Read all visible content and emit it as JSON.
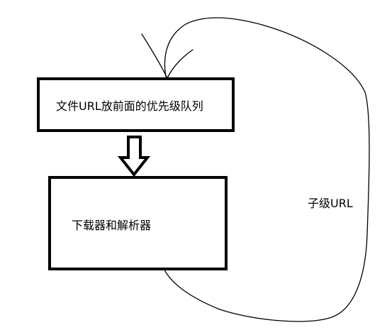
{
  "diagram": {
    "nodes": [
      {
        "id": "priority-queue",
        "label": "文件URL放前面的优先级队列"
      },
      {
        "id": "downloader-parser",
        "label": "下载器和解析器"
      }
    ],
    "edges": [
      {
        "from": "priority-queue",
        "to": "downloader-parser",
        "label": ""
      },
      {
        "from": "downloader-parser",
        "to": "priority-queue",
        "label": "子级URL"
      }
    ]
  },
  "colors": {
    "stroke": "#000000",
    "background": "#ffffff"
  }
}
